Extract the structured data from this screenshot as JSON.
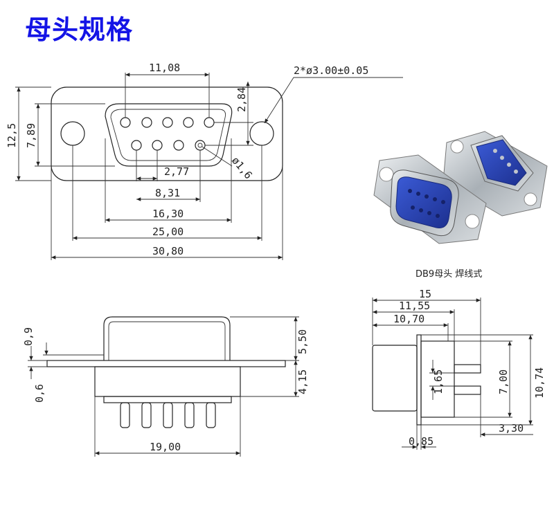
{
  "title": "母头规格",
  "caption": "DB9母头 焊线式",
  "front_view": {
    "hole_note": "2*ø3.00±0.05",
    "pin_pitch": "2,77",
    "row_height": "2,84",
    "pin_diameter": "ø1,6",
    "pin_row_top": "11,08",
    "pin_row_bottom": "8,31",
    "shell_width": "16,30",
    "hole_spacing": "25,00",
    "flange_width": "30,80",
    "flange_height": "12,5",
    "shell_height": "7,89"
  },
  "side_view": {
    "flange_thickness": "0,6",
    "shell_wall": "0,9",
    "shell_above": "5,50",
    "body_below": "4,15",
    "body_width": "19,00"
  },
  "end_view": {
    "overall_length": "15",
    "length_2": "11,55",
    "length_3": "10,70",
    "pin_spacing": "1,65",
    "pin_span": "7,00",
    "flange_height": "10,74",
    "pin_length": "3,30",
    "plate_thickness": "0,85"
  }
}
